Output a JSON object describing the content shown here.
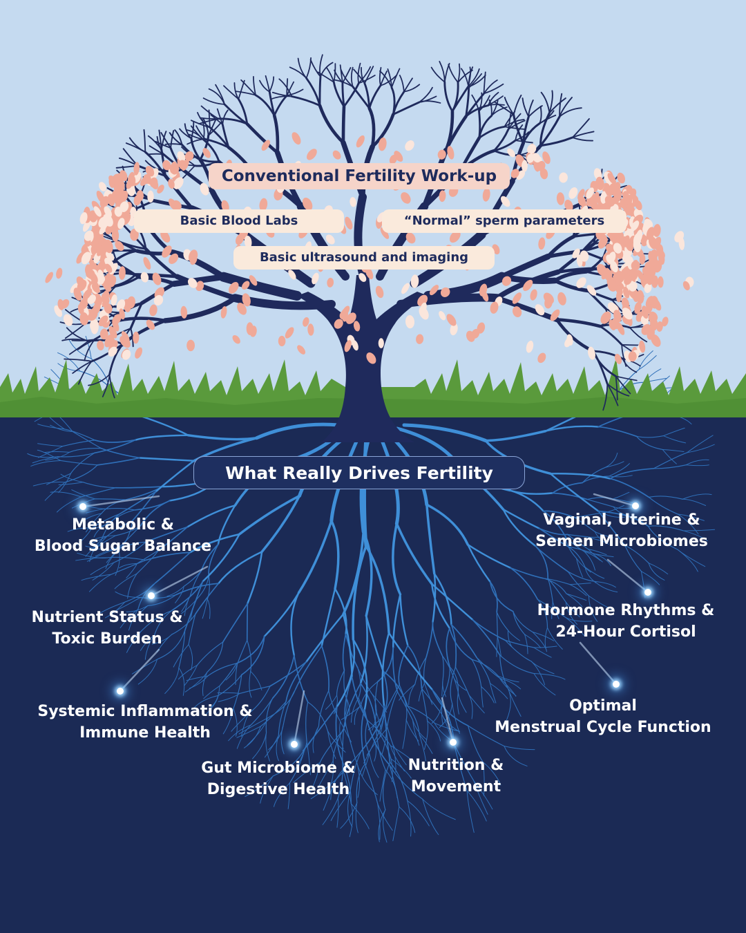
{
  "tree": {
    "title": "Conventional Fertility Work-up",
    "items": [
      "Basic Blood Labs",
      "“Normal” sperm parameters",
      "Basic ultrasound and imaging"
    ]
  },
  "roots": {
    "title": "What Really Drives Fertility",
    "factors": [
      {
        "lines": [
          "Metabolic &",
          "Blood Sugar Balance"
        ]
      },
      {
        "lines": [
          "Nutrient Status &",
          "Toxic Burden"
        ]
      },
      {
        "lines": [
          "Systemic Inflammation &",
          "Immune Health"
        ]
      },
      {
        "lines": [
          "Gut Microbiome &",
          "Digestive Health"
        ]
      },
      {
        "lines": [
          "Nutrition &",
          "Movement"
        ]
      },
      {
        "lines": [
          "Optimal",
          "Menstrual Cycle Function"
        ]
      },
      {
        "lines": [
          "Hormone Rhythms &",
          "24-Hour Cortisol"
        ]
      },
      {
        "lines": [
          "Vaginal, Uterine &",
          "Semen Microbiomes"
        ]
      }
    ]
  },
  "colors": {
    "sky": "#c5daf0",
    "soil": "#1b2a55",
    "trunk": "#1f2a5c",
    "grass": "#5a9a3c",
    "leaf_pink": "#f0a998",
    "leaf_cream": "#fbe6dc",
    "root_blue": "#3f8fd8"
  }
}
